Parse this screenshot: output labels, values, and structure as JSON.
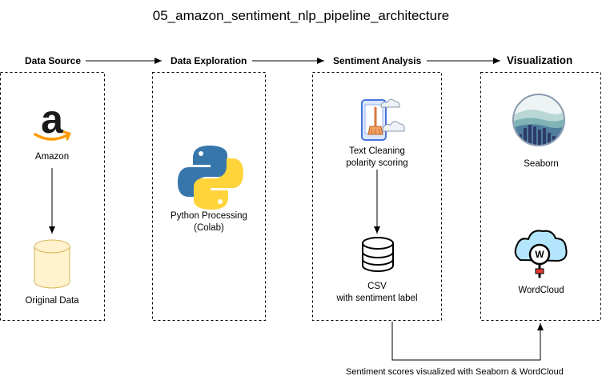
{
  "title": "05_amazon_sentiment_nlp_pipeline_architecture",
  "stages": {
    "source": {
      "header": "Data Source",
      "node_top": "Amazon",
      "node_bottom": "Original Data"
    },
    "exploration": {
      "header": "Data Exploration",
      "node": "Python Processing\n(Colab)"
    },
    "analysis": {
      "header": "Sentiment Analysis",
      "node_top": "Text Cleaning\npolarity scoring",
      "node_bottom": "CSV\nwith sentiment label"
    },
    "visualization": {
      "header": "Visualization",
      "node_top": "Seaborn",
      "node_bottom": "WordCloud"
    }
  },
  "footnote": "Sentiment scores visualized with Seaborn & WordCloud",
  "colors": {
    "amazon_orange": "#FF9900",
    "python_blue": "#3776AB",
    "python_yellow": "#FFD43B",
    "cylinder_fill": "#FFF2CC",
    "cylinder_stroke": "#D6B656",
    "seaborn_navy": "#2E3A6B",
    "wordcloud_blue": "#B3E5FC"
  },
  "icons": [
    "amazon-logo-icon",
    "database-cylinder-icon",
    "python-logo-icon",
    "text-cleaning-icon",
    "database-stack-icon",
    "seaborn-logo-icon",
    "wordcloud-icon"
  ]
}
